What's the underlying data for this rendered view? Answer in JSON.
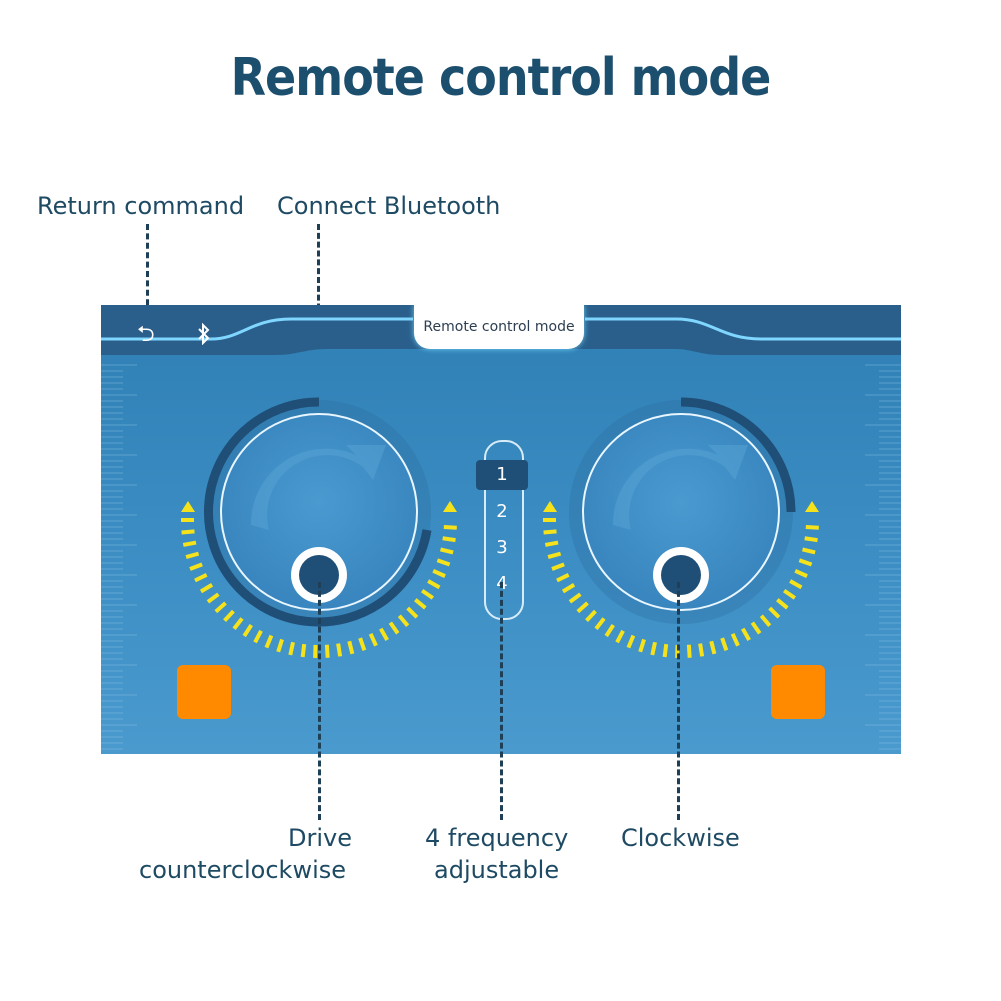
{
  "title": "Remote control mode",
  "callouts": {
    "return": "Return command",
    "bluetooth": "Connect Bluetooth",
    "drive_line1": "Drive",
    "drive_line2": "counterclockwise",
    "freq_line1": "4 frequency",
    "freq_line2": "adjustable",
    "clockwise": "Clockwise"
  },
  "screen": {
    "mode_tab_label": "Remote control mode",
    "icons": {
      "back": "return-arrow-icon",
      "bluetooth": "bluetooth-icon"
    },
    "frequency": {
      "options": [
        "1",
        "2",
        "3",
        "4"
      ],
      "selected": "1"
    },
    "colors": {
      "background": "#3a8cc2",
      "header": "#2a5f8c",
      "glow_line": "#7fd6ff",
      "indicator": "#f5e21b",
      "stop_button": "#ff8a00",
      "knob": "#1f4e76"
    }
  }
}
